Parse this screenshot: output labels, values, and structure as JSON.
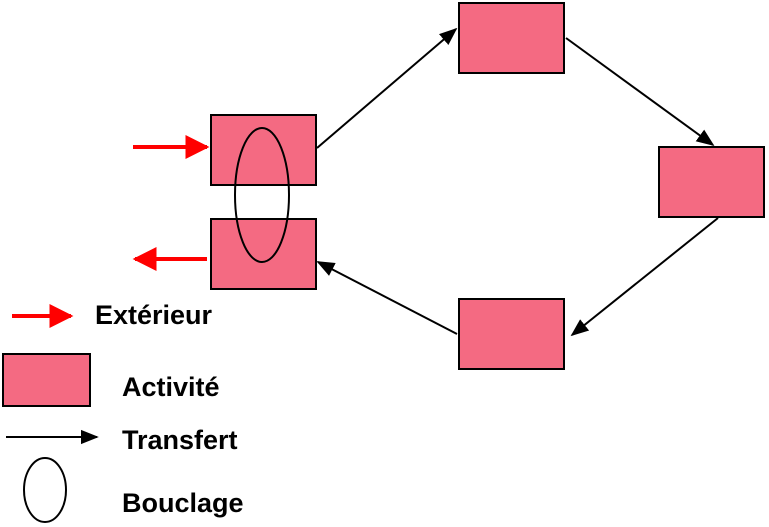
{
  "colors": {
    "activity_fill": "#f46a82",
    "activity_stroke": "#000000",
    "exterior_arrow": "#ff0000",
    "transfer_arrow": "#000000",
    "background": "#ffffff"
  },
  "legend": {
    "exterior_label": "Extérieur",
    "activity_label": "Activité",
    "transfer_label": "Transfert",
    "loop_label": "Bouclage"
  }
}
